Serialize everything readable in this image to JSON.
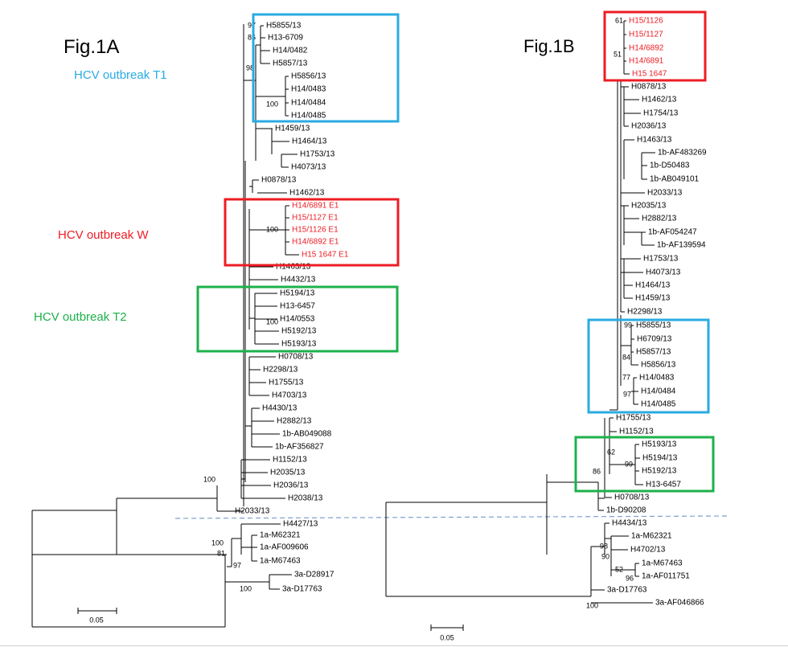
{
  "panelA": {
    "title": "Fig.1A",
    "outbreaks": [
      {
        "label": "HCV outbreak T1",
        "color": "#29abe2"
      },
      {
        "label": "HCV outbreak W",
        "color": "#ee1c24"
      },
      {
        "label": "HCV outbreak T2",
        "color": "#1db14b"
      }
    ],
    "scale_label": "0.05",
    "tips": [
      "H5855/13",
      "H13-6709",
      "H14/0482",
      "H5857/13",
      "H5856/13",
      "H14/0483",
      "H14/0484",
      "H14/0485",
      "H1459/13",
      "H1464/13",
      "H1753/13",
      "H4073/13",
      "H0878/13",
      "H1462/13",
      "H14/6891 E1",
      "H15/1127 E1",
      "H15/1126 E1",
      "H14/6892 E1",
      "H15 1647 E1",
      "H1463/13",
      "H4432/13",
      "H5194/13",
      "H13-6457",
      "H14/0553",
      "H5192/13",
      "H5193/13",
      "H0708/13",
      "H2298/13",
      "H1755/13",
      "H4703/13",
      "H4430/13",
      "H2882/13",
      "1b-AB049088",
      "1b-AF356827",
      "H1152/13",
      "H2035/13",
      "H2036/13",
      "H2038/13",
      "H2033/13",
      "H4427/13",
      "1a-M62321",
      "1a-AF009606",
      "1a-M67463",
      "3a-D28917",
      "3a-D17763"
    ],
    "bootstrap": [
      "97",
      "86",
      "98",
      "100",
      "100",
      "100",
      "100",
      "100",
      "81",
      "97",
      "100"
    ]
  },
  "panelB": {
    "title": "Fig.1B",
    "scale_label": "0.05",
    "tips": [
      "H15/1126",
      "H15/1127",
      "H14/6892",
      "H14/6891",
      "H15 1647",
      "H0878/13",
      "H1462/13",
      "H1754/13",
      "H2036/13",
      "H1463/13",
      "1b-AF483269",
      "1b-D50483",
      "1b-AB049101",
      "H2033/13",
      "H2035/13",
      "H2882/13",
      "1b-AF054247",
      "1b-AF139594",
      "H1753/13",
      "H4073/13",
      "H1464/13",
      "H1459/13",
      "H2298/13",
      "H5855/13",
      "H6709/13",
      "H5857/13",
      "H5856/13",
      "H14/0483",
      "H14/0484",
      "H14/0485",
      "H1755/13",
      "H1152/13",
      "H5193/13",
      "H5194/13",
      "H5192/13",
      "H13-6457",
      "H0708/13",
      "1b-D90208",
      "H4434/13",
      "1a-M62321",
      "H4702/13",
      "1a-M67463",
      "1a-AF011751",
      "3a-D17763",
      "3a-AF046866"
    ],
    "bootstrap": [
      "61",
      "51",
      "99",
      "84",
      "77",
      "97",
      "62",
      "99",
      "86",
      "98",
      "90",
      "52",
      "96",
      "100"
    ]
  },
  "colors": {
    "tree": "#000000",
    "outbreak_red": "#ee1c24",
    "divider": "#7f9fcf"
  }
}
